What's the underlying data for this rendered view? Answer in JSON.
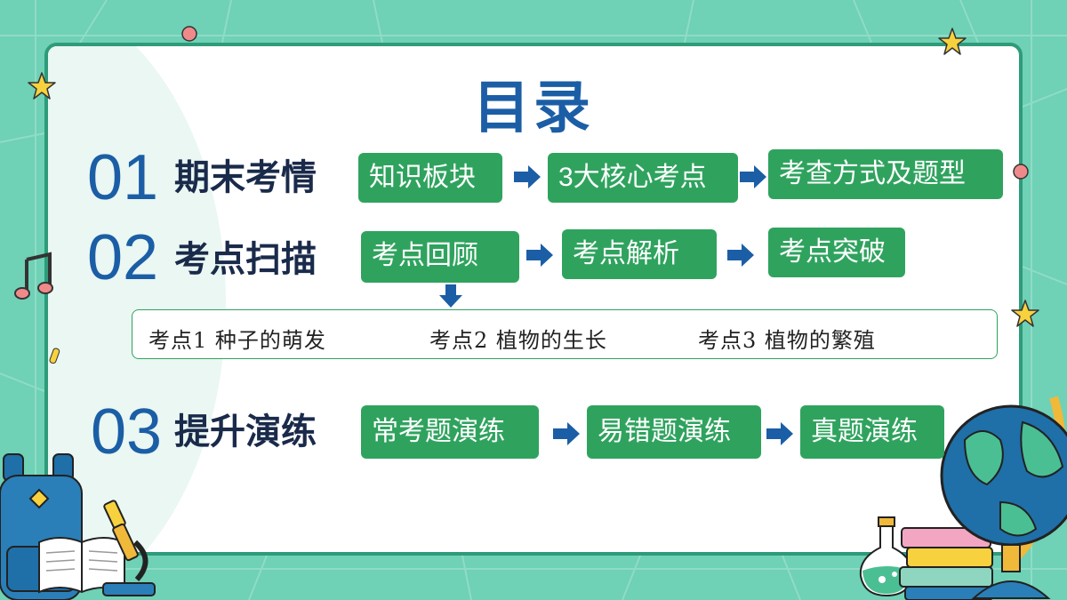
{
  "title": "目录",
  "sections": [
    {
      "num": "01",
      "label": "期末考情",
      "steps": [
        "知识板块",
        "3大核心考点",
        "考查方式及题型"
      ]
    },
    {
      "num": "02",
      "label": "考点扫描",
      "steps": [
        "考点回顾",
        "考点解析",
        "考点突破"
      ]
    },
    {
      "num": "03",
      "label": "提升演练",
      "steps": [
        "常考题演练",
        "易错题演练",
        "真题演练"
      ]
    }
  ],
  "topics": [
    "考点1  种子的萌发",
    "考点2  植物的生长",
    "考点3  植物的繁殖"
  ],
  "colors": {
    "background": "#6fd1b6",
    "card_border": "#2e9b79",
    "accent_blue": "#1b5ea6",
    "pill_green": "#2fa35e",
    "arrow_blue": "#1b5ea6"
  },
  "icons": [
    "star-icon",
    "music-note-icon",
    "backpack-icon",
    "book-icon",
    "microscope-icon",
    "flask-icon",
    "books-icon",
    "globe-icon"
  ]
}
